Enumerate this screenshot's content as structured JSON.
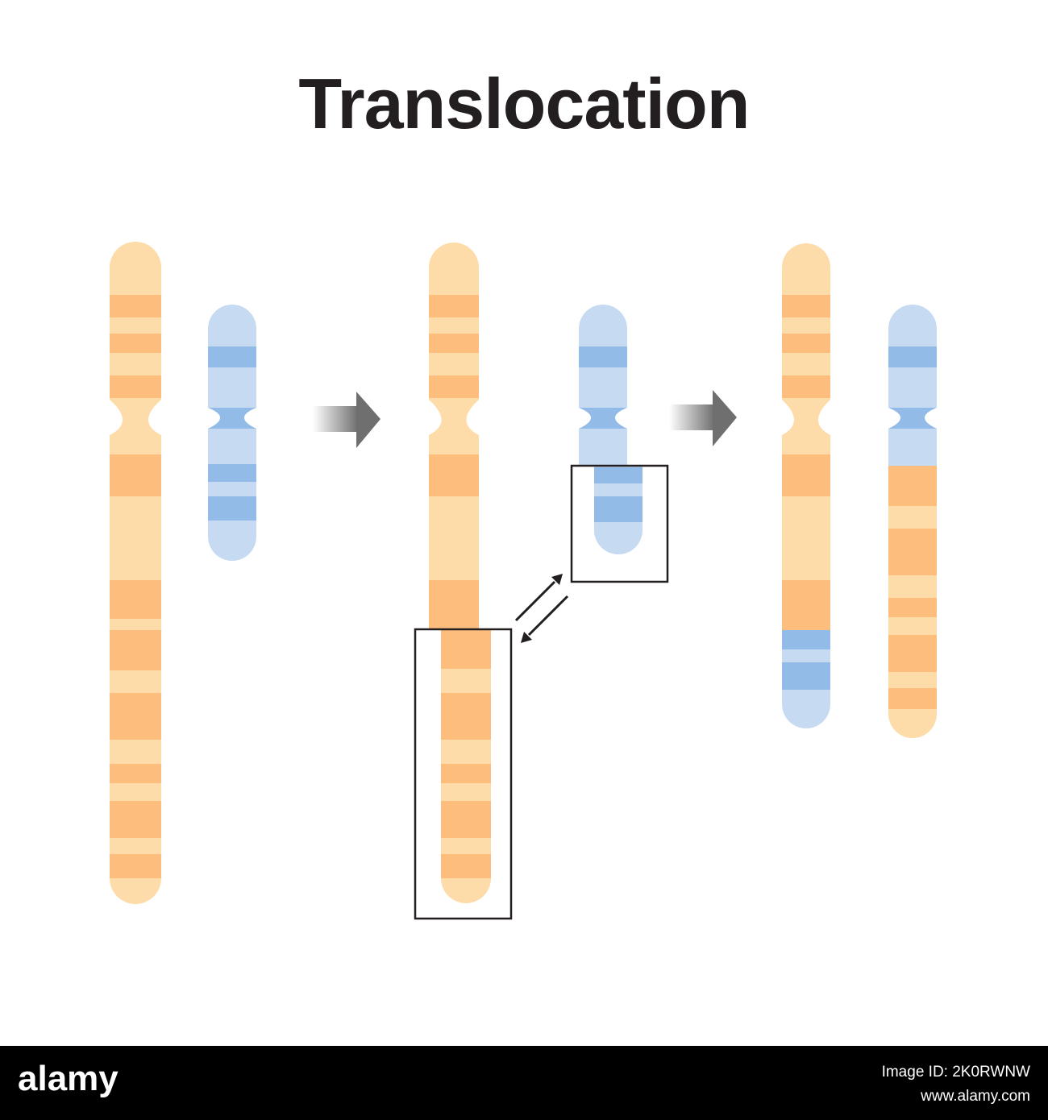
{
  "title": "Translocation",
  "colors": {
    "orange_light": "#fddcaa",
    "orange_dark": "#fdbd7d",
    "blue_light": "#c6daf2",
    "blue_dark": "#92bbe7",
    "box_stroke": "#231f20",
    "arrow_gray": "#7a7a7a",
    "footer_bg": "#000000"
  },
  "footer": {
    "logo": "alamy",
    "image_id": "Image ID: 2K0RWNW",
    "url": "www.alamy.com"
  }
}
